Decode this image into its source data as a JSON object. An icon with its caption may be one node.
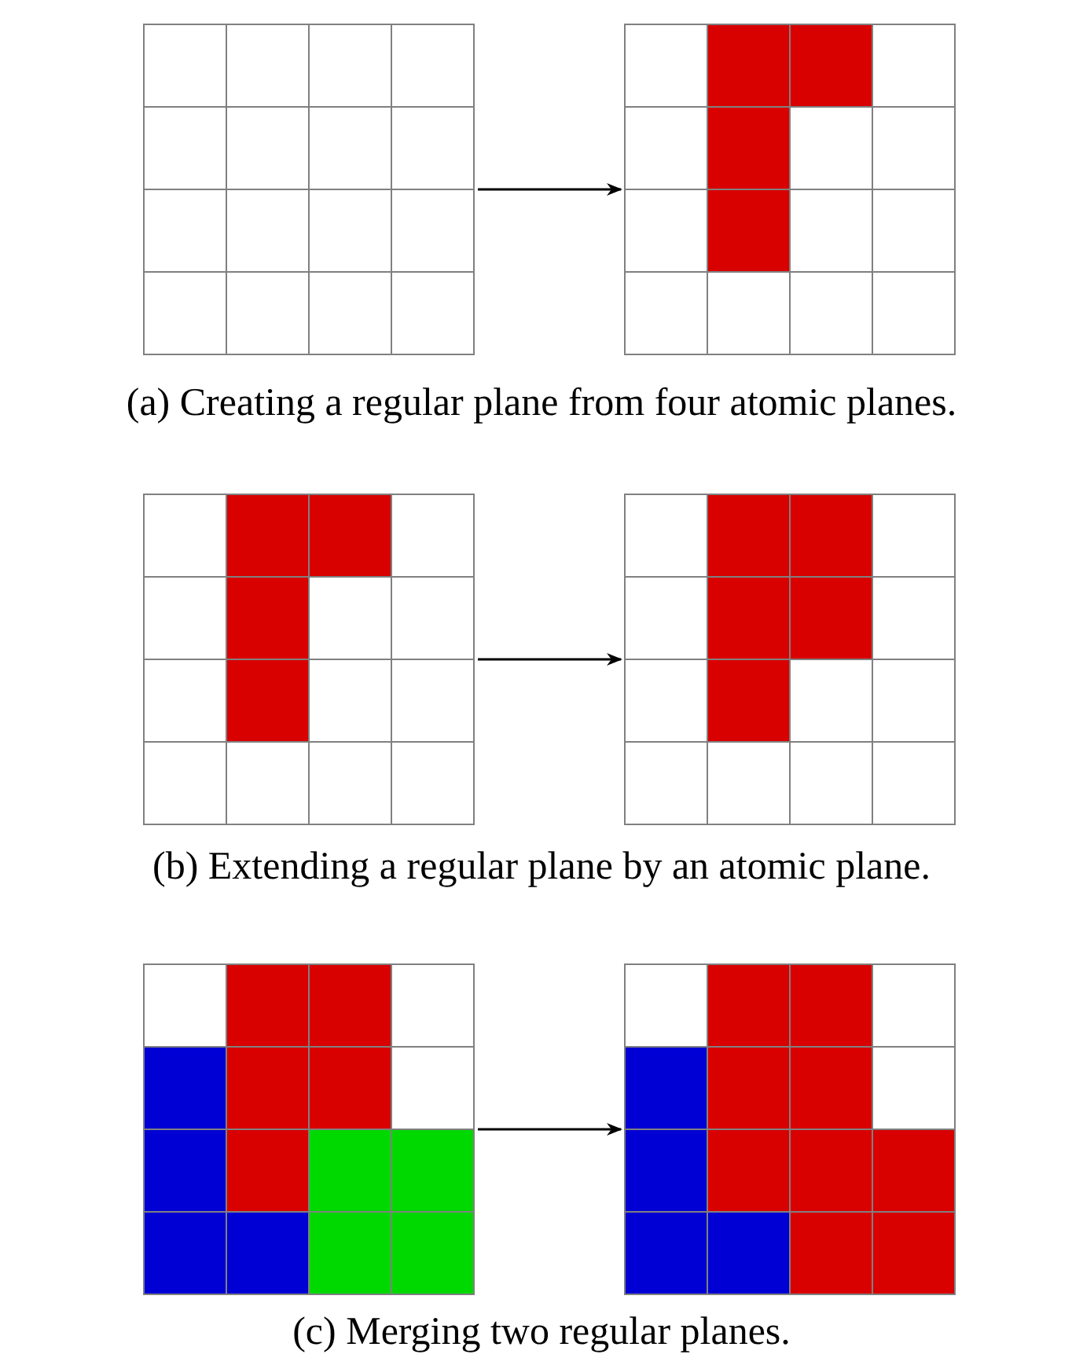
{
  "diagram": {
    "nodes": [
      {
        "text": [],
        "shape": "picture"
      },
      {
        "text": [],
        "shape": "picture"
      },
      {
        "text": [],
        "shape": "picture"
      },
      {
        "text": [],
        "shape": "picture"
      },
      {
        "text": [],
        "shape": "picture"
      },
      {
        "text": [],
        "shape": "picture"
      }
    ],
    "edges": [
      {
        "from": 0,
        "to": 1,
        "arrow": "to"
      },
      {
        "from": 2,
        "to": 3,
        "arrow": "to"
      },
      {
        "from": 4,
        "to": 5,
        "arrow": "to"
      }
    ],
    "labels": [
      "(a) Creating a regular plane from four atomic planes.",
      "(b) Extending a regular plane by an atomic plane.",
      "(c) Merging two regular planes."
    ]
  }
}
